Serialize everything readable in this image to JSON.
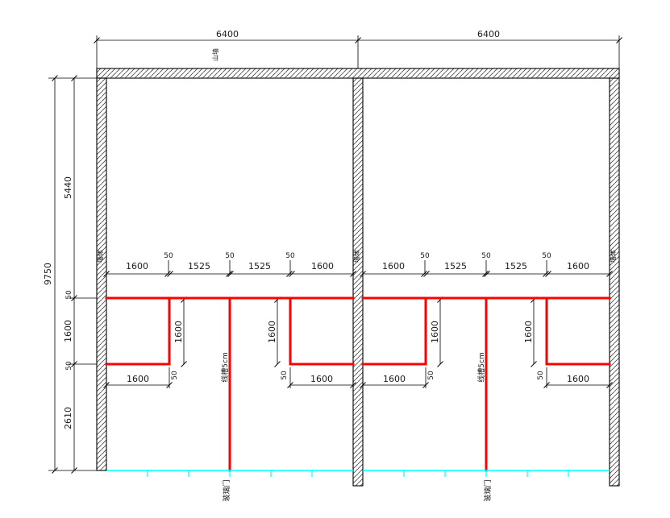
{
  "dims": {
    "top": [
      "6400",
      "6400"
    ],
    "left": {
      "overall": "9750",
      "segments": [
        "5440",
        "50",
        "1600",
        "50",
        "2610"
      ]
    },
    "bay": [
      "1600",
      "50",
      "1525",
      "50",
      "1525",
      "50",
      "1600"
    ],
    "partition_height": "1600",
    "partition_width": "50",
    "bottom_span": "1600"
  },
  "labels": {
    "wall": "墙体",
    "gable": "山墙",
    "cable_trough": "线槽5cm",
    "glass_door": "玻璃门"
  },
  "colors": {
    "partition": "#ff0000",
    "glass": "#00ffff",
    "line": "#000000",
    "hatch": "#444444"
  }
}
